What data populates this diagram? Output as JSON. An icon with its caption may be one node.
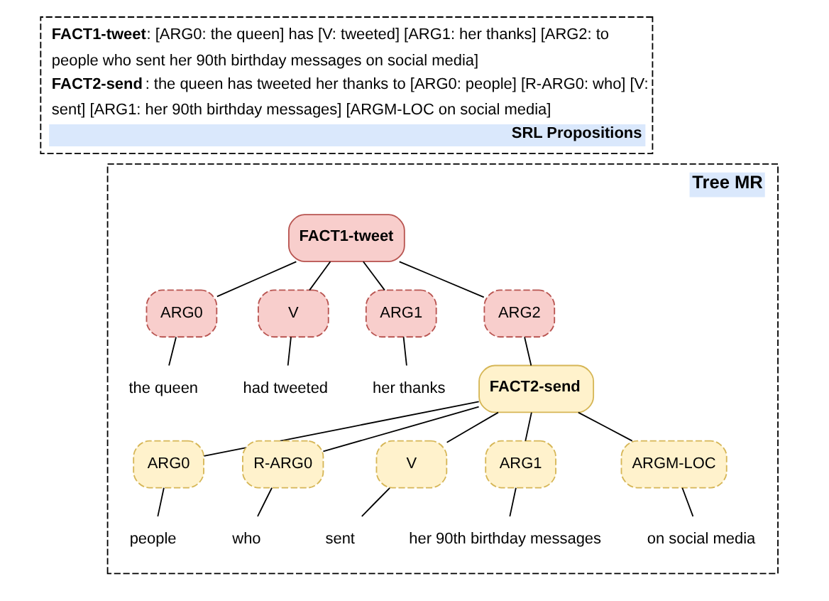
{
  "diagram": {
    "nodes": [
      {
        "text": [
          "**FACT1-tweet**: [ARG0: the queen] has [V: tweeted] [ARG1: her thanks] [ARG2: to people who sent her 90th birthday messages on social media]",
          "**FACT2-send**: the queen has tweeted her thanks to [ARG0: people] [R-ARG0: who] [V: sent] [ARG1: her 90th birthday messages] [ARGM-LOC on social media]",
          "SRL Propositions"
        ]
      },
      {
        "text": [
          "Tree MR"
        ]
      },
      {
        "text": [
          "FACT1-tweet"
        ],
        "in": 1
      },
      {
        "text": [
          "ARG0"
        ],
        "in": 1
      },
      {
        "text": [
          "V"
        ],
        "in": 1
      },
      {
        "text": [
          "ARG1"
        ],
        "in": 1
      },
      {
        "text": [
          "ARG2"
        ],
        "in": 1
      },
      {
        "text": [
          "the queen"
        ],
        "in": 1
      },
      {
        "text": [
          "had tweeted"
        ],
        "in": 1
      },
      {
        "text": [
          "her thanks"
        ],
        "in": 1
      },
      {
        "text": [
          "FACT2-send"
        ],
        "in": 1
      },
      {
        "text": [
          "ARG0"
        ],
        "in": 1
      },
      {
        "text": [
          "R-ARG0"
        ],
        "in": 1
      },
      {
        "text": [
          "V"
        ],
        "in": 1
      },
      {
        "text": [
          "ARG1"
        ],
        "in": 1
      },
      {
        "text": [
          "ARGM-LOC"
        ],
        "in": 1
      },
      {
        "text": [
          "people"
        ],
        "in": 1
      },
      {
        "text": [
          "who"
        ],
        "in": 1
      },
      {
        "text": [
          "sent"
        ],
        "in": 1
      },
      {
        "text": [
          "her 90th birthday messages"
        ],
        "in": 1
      },
      {
        "text": [
          "on social media"
        ],
        "in": 1
      }
    ],
    "edges": [
      {
        "from": 2,
        "to": 3,
        "arrow": "none"
      },
      {
        "from": 2,
        "to": 4,
        "arrow": "none"
      },
      {
        "from": 2,
        "to": 5,
        "arrow": "none"
      },
      {
        "from": 2,
        "to": 6,
        "arrow": "none"
      },
      {
        "from": 3,
        "to": 7,
        "arrow": "none"
      },
      {
        "from": 4,
        "to": 8,
        "arrow": "none"
      },
      {
        "from": 5,
        "to": 9,
        "arrow": "none"
      },
      {
        "from": 6,
        "to": 10,
        "arrow": "none"
      },
      {
        "from": 10,
        "to": 11,
        "arrow": "none"
      },
      {
        "from": 10,
        "to": 12,
        "arrow": "none"
      },
      {
        "from": 10,
        "to": 13,
        "arrow": "none"
      },
      {
        "from": 10,
        "to": 14,
        "arrow": "none"
      },
      {
        "from": 10,
        "to": 15,
        "arrow": "none"
      },
      {
        "from": 11,
        "to": 16,
        "arrow": "none"
      },
      {
        "from": 12,
        "to": 17,
        "arrow": "none"
      },
      {
        "from": 13,
        "to": 18,
        "arrow": "none"
      },
      {
        "from": 14,
        "to": 19,
        "arrow": "none"
      },
      {
        "from": 15,
        "to": 20,
        "arrow": "none"
      }
    ]
  }
}
